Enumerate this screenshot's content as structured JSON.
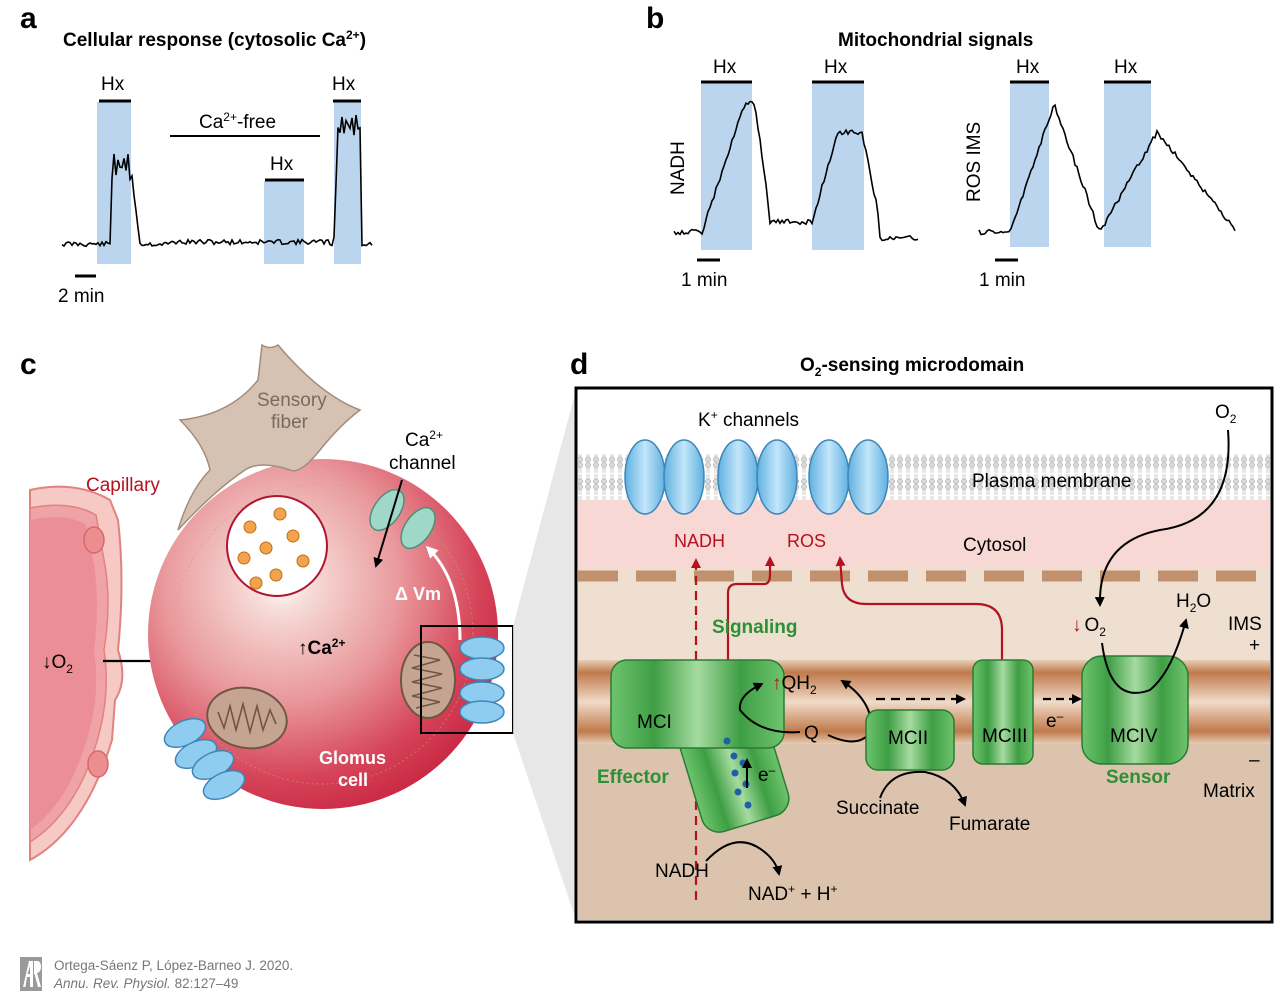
{
  "panel_a": {
    "label": "a",
    "title": "Cellular response (cytosolic Ca",
    "title_sup": "2+",
    "title_close": ")",
    "hx": "Hx",
    "ca_free": "Ca",
    "ca_free_sup": "2+",
    "ca_free_suffix": "-free",
    "scale": "2 min"
  },
  "panel_b": {
    "label": "b",
    "title": "Mitochondrial signals",
    "hx": "Hx",
    "ylabel_1": "NADH",
    "ylabel_2": "ROS IMS",
    "scale": "1 min"
  },
  "panel_c": {
    "label": "c",
    "sensory_fiber_1": "Sensory",
    "sensory_fiber_2": "fiber",
    "capillary": "Capillary",
    "ca_channel_1": "Ca",
    "ca_channel_sup": "2+",
    "ca_channel_2": "channel",
    "delta_vm": "Δ Vm",
    "ca_up": "Ca",
    "ca_up_sup": "2+",
    "o2": "O",
    "o2_sub": "2",
    "glomus_1": "Glomus",
    "glomus_2": "cell"
  },
  "panel_d": {
    "label": "d",
    "title_pre": "O",
    "title_sub": "2",
    "title_post": "-sensing microdomain",
    "k_channels_pre": "K",
    "k_channels_sup": "+",
    "k_channels_post": " channels",
    "plasma_membrane": "Plasma membrane",
    "cytosol": "Cytosol",
    "nadh_top": "NADH",
    "ros": "ROS",
    "o2_top": "O",
    "o2_top_sub": "2",
    "signaling": "Signaling",
    "o2_ims": "O",
    "o2_ims_sub": "2",
    "h2o_pre": "H",
    "h2o_sub": "2",
    "h2o_post": "O",
    "ims": "IMS",
    "plus": "+",
    "minus": "–",
    "matrix": "Matrix",
    "mci": "MCI",
    "mcii": "MCII",
    "mciii": "MCIII",
    "mciv": "MCIV",
    "qh2_pre": "QH",
    "qh2_sub": "2",
    "q": "Q",
    "electron": "e",
    "electron_sup": "–",
    "effector": "Effector",
    "sensor": "Sensor",
    "succinate": "Succinate",
    "fumarate": "Fumarate",
    "nadh_bottom": "NADH",
    "nad_pre": "NAD",
    "nad_sup": "+",
    "nad_mid": " + H",
    "nad_sup2": "+"
  },
  "credit": {
    "authors": "Ortega-Sáenz P, López-Barneo J. 2020.",
    "journal": "Annu. Rev. Physiol.",
    "volume": " 82:127–49"
  },
  "colors": {
    "hypoxia_box": "#bcd5ee",
    "membrane": "#c98a5c",
    "cytosol": "#f8d8d5",
    "complex_green": "#4fae4f",
    "signal_red": "#b3121e",
    "glomus_red": "#cf1f3c",
    "channel_blue": "#8fcdf0"
  }
}
